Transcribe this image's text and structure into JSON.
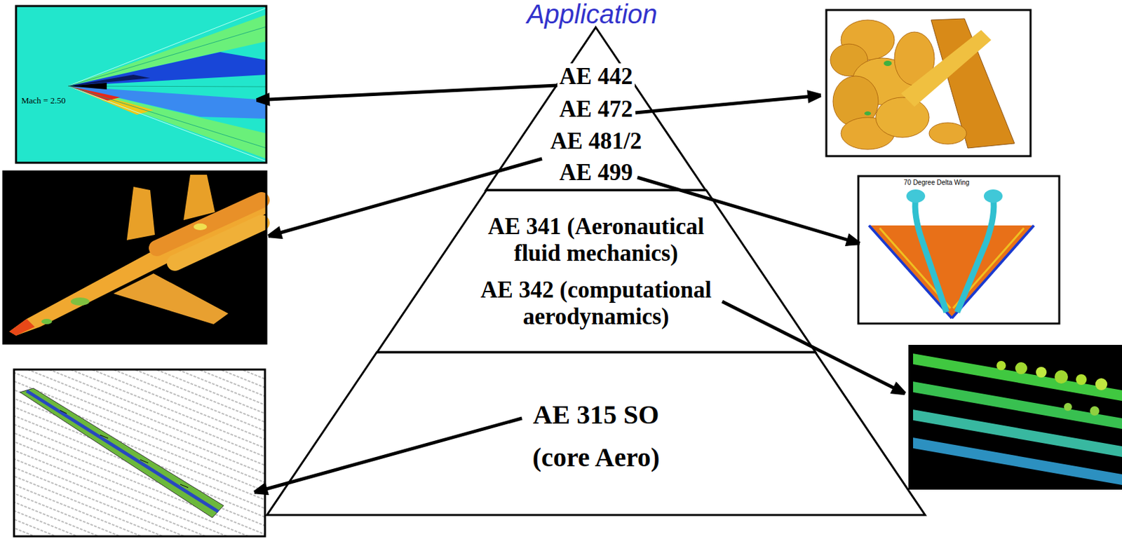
{
  "diagram": {
    "title": "Application",
    "nodes": [
      {
        "text": [
          "AE 442",
          "AE 472",
          "AE 481/2",
          "AE 499"
        ]
      },
      {
        "text": [
          "AE 341 (Aeronautical fluid mechanics)",
          "AE 342 (computational aerodynamics)"
        ]
      },
      {
        "text": [
          "AE 315 SO",
          "(core Aero)"
        ]
      }
    ],
    "labels": [
      "Mach = 2.50",
      "70 Degree Delta Wing"
    ]
  }
}
